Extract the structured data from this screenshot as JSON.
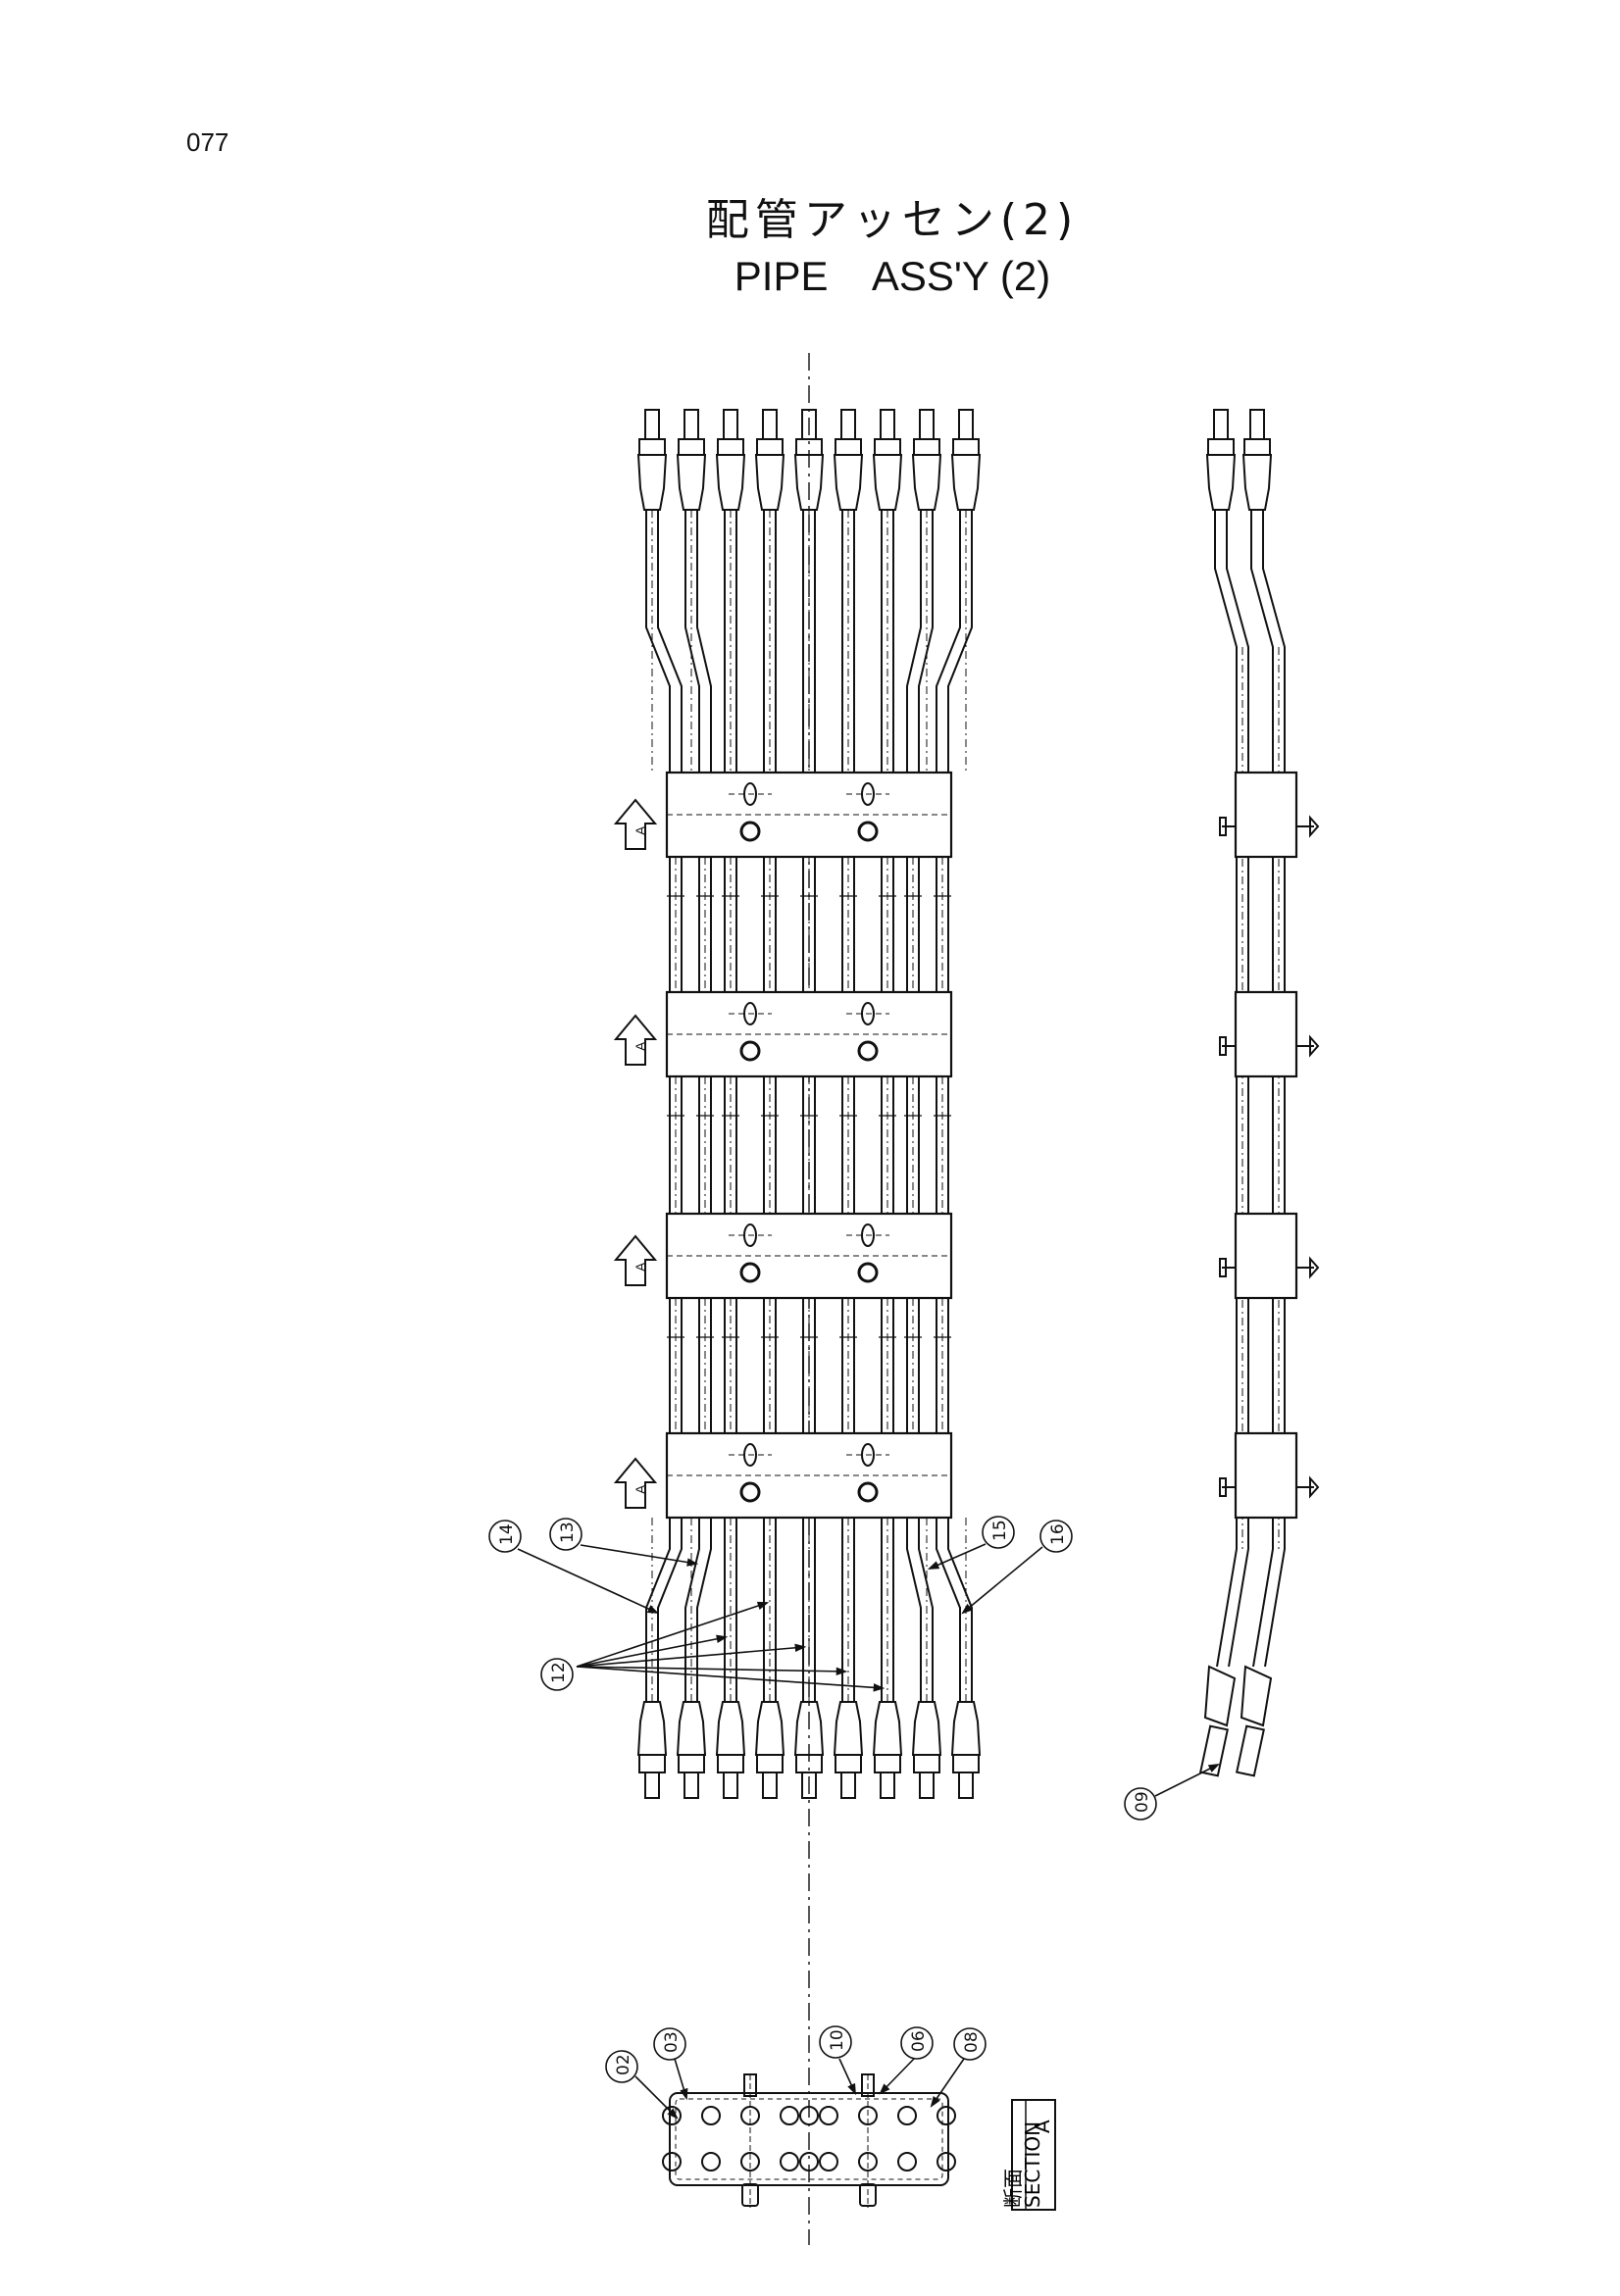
{
  "page_number": "077",
  "title": {
    "japanese": "配管アッセン(2)",
    "english": "PIPE    ASS'Y (2)"
  },
  "section_box": {
    "kanji": "断面",
    "word": "SECTION",
    "letter": "A"
  },
  "view_arrow_letter": "A",
  "callouts": [
    "14",
    "13",
    "12",
    "15",
    "16",
    "09",
    "02",
    "03",
    "10",
    "06",
    "08"
  ],
  "colors": {
    "line": "#111111",
    "paper": "#ffffff"
  }
}
